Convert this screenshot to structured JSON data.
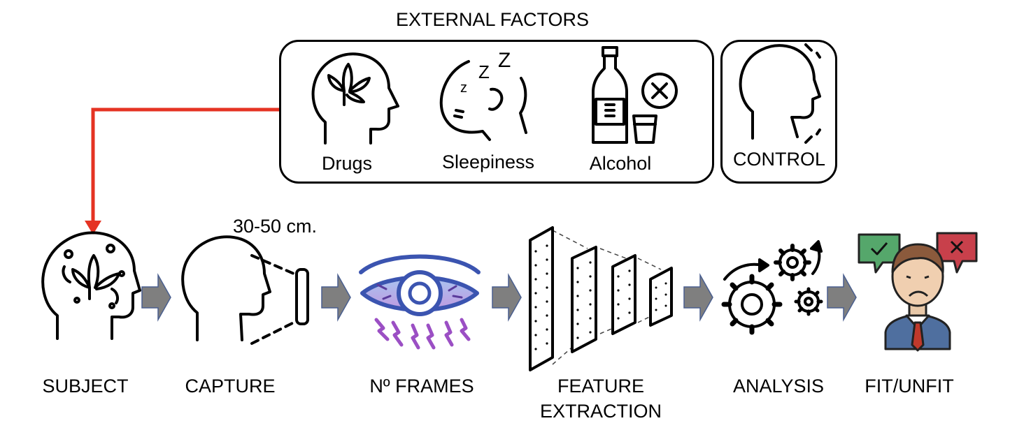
{
  "header": {
    "title": "EXTERNAL FACTORS"
  },
  "factors": [
    {
      "label": "Drugs",
      "icon": "cannabis-head-icon"
    },
    {
      "label": "Sleepiness",
      "icon": "sleepy-head-icon"
    },
    {
      "label": "Alcohol",
      "icon": "alcohol-bottle-icon"
    }
  ],
  "control": {
    "label": "CONTROL",
    "icon": "head-profile-icon"
  },
  "capture": {
    "distance": "30-50 cm."
  },
  "stages": [
    {
      "label": "SUBJECT",
      "icon": "brain-head-icon"
    },
    {
      "label": "CAPTURE",
      "icon": "head-camera-icon"
    },
    {
      "label": "Nº FRAMES",
      "icon": "eye-icon"
    },
    {
      "label": "FEATURE",
      "label2": "EXTRACTION",
      "icon": "neural-layers-icon"
    },
    {
      "label": "ANALYSIS",
      "icon": "gears-icon"
    },
    {
      "label": "FIT/UNFIT",
      "icon": "person-decision-icon"
    }
  ],
  "colors": {
    "connector": "#e53323",
    "stage_arrow": "#7f7f7f",
    "arrow_border": "#4a5f8f",
    "eye_blue": "#3b54b0",
    "eye_purple": "#9b4fc4",
    "check_green": "#55a76b",
    "cross_red": "#c8404b",
    "tie_red": "#c0392b"
  }
}
